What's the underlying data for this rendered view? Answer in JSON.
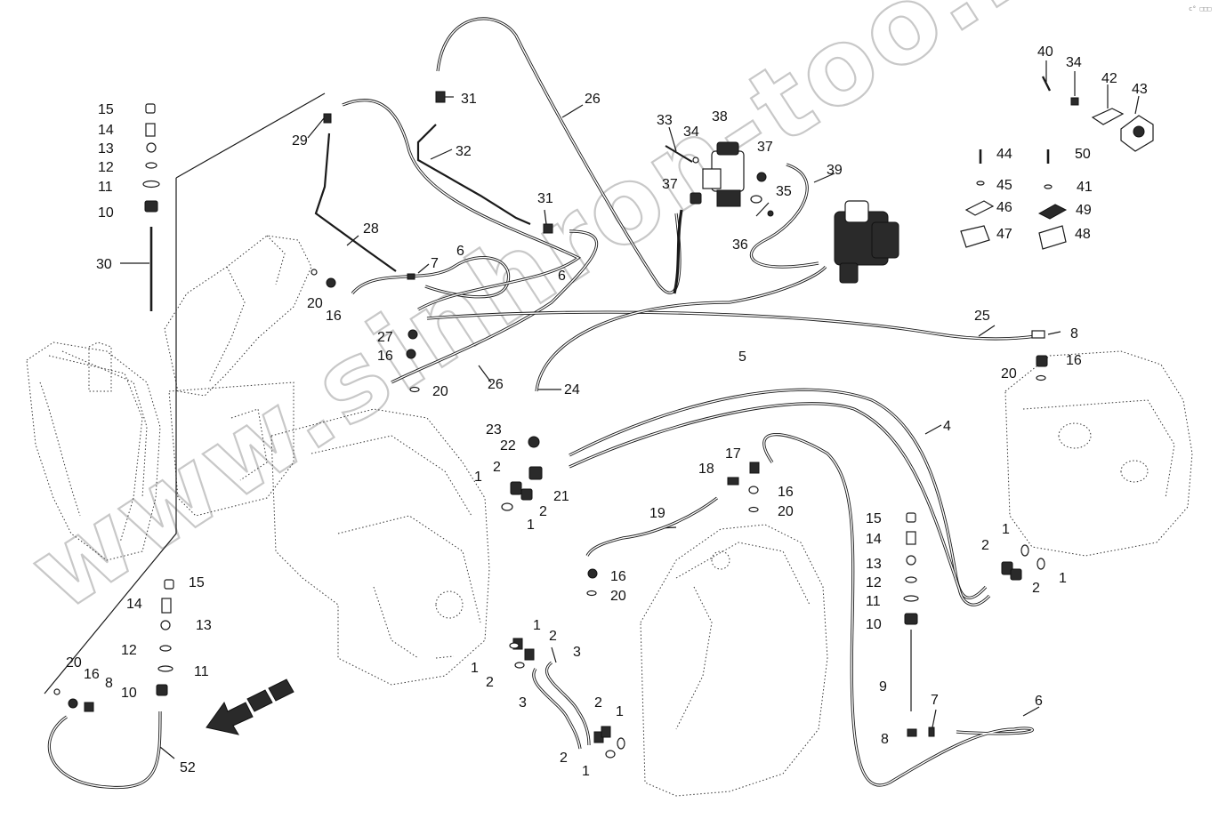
{
  "watermark": "www.sinhron-too.kz",
  "corner_mark": "c° □□□",
  "callouts": [
    {
      "id": "c1",
      "text": "15"
    },
    {
      "id": "c2",
      "text": "14"
    },
    {
      "id": "c3",
      "text": "13"
    },
    {
      "id": "c4",
      "text": "12"
    },
    {
      "id": "c5",
      "text": "11"
    },
    {
      "id": "c6",
      "text": "10"
    },
    {
      "id": "c7",
      "text": "30"
    },
    {
      "id": "c8",
      "text": "29"
    },
    {
      "id": "c9",
      "text": "28"
    },
    {
      "id": "c10",
      "text": "32"
    },
    {
      "id": "c11",
      "text": "31"
    },
    {
      "id": "c12",
      "text": "26"
    },
    {
      "id": "c13",
      "text": "31"
    },
    {
      "id": "c14",
      "text": "7"
    },
    {
      "id": "c15",
      "text": "6"
    },
    {
      "id": "c16",
      "text": "6"
    },
    {
      "id": "c17",
      "text": "20"
    },
    {
      "id": "c18",
      "text": "16"
    },
    {
      "id": "c19",
      "text": "27"
    },
    {
      "id": "c20",
      "text": "16"
    },
    {
      "id": "c21",
      "text": "20"
    },
    {
      "id": "c22",
      "text": "26"
    },
    {
      "id": "c23",
      "text": "24"
    },
    {
      "id": "c24",
      "text": "23"
    },
    {
      "id": "c25",
      "text": "22"
    },
    {
      "id": "c26",
      "text": "1"
    },
    {
      "id": "c27",
      "text": "2"
    },
    {
      "id": "c28",
      "text": "21"
    },
    {
      "id": "c29",
      "text": "2"
    },
    {
      "id": "c30",
      "text": "1"
    },
    {
      "id": "c31",
      "text": "33"
    },
    {
      "id": "c32",
      "text": "34"
    },
    {
      "id": "c33",
      "text": "38"
    },
    {
      "id": "c34",
      "text": "37"
    },
    {
      "id": "c35",
      "text": "37"
    },
    {
      "id": "c36",
      "text": "35"
    },
    {
      "id": "c37",
      "text": "36"
    },
    {
      "id": "c38",
      "text": "39"
    },
    {
      "id": "c39",
      "text": "40"
    },
    {
      "id": "c40",
      "text": "34"
    },
    {
      "id": "c41",
      "text": "42"
    },
    {
      "id": "c42",
      "text": "43"
    },
    {
      "id": "c43",
      "text": "44"
    },
    {
      "id": "c44",
      "text": "50"
    },
    {
      "id": "c45",
      "text": "45"
    },
    {
      "id": "c46",
      "text": "41"
    },
    {
      "id": "c47",
      "text": "46"
    },
    {
      "id": "c48",
      "text": "49"
    },
    {
      "id": "c49",
      "text": "47"
    },
    {
      "id": "c50",
      "text": "48"
    },
    {
      "id": "c51",
      "text": "25"
    },
    {
      "id": "c52",
      "text": "8"
    },
    {
      "id": "c53",
      "text": "16"
    },
    {
      "id": "c54",
      "text": "20"
    },
    {
      "id": "c55",
      "text": "5"
    },
    {
      "id": "c56",
      "text": "4"
    },
    {
      "id": "c57",
      "text": "17"
    },
    {
      "id": "c58",
      "text": "18"
    },
    {
      "id": "c59",
      "text": "16"
    },
    {
      "id": "c60",
      "text": "20"
    },
    {
      "id": "c61",
      "text": "19"
    },
    {
      "id": "c62",
      "text": "16"
    },
    {
      "id": "c63",
      "text": "20"
    },
    {
      "id": "c64",
      "text": "15"
    },
    {
      "id": "c65",
      "text": "14"
    },
    {
      "id": "c66",
      "text": "13"
    },
    {
      "id": "c67",
      "text": "12"
    },
    {
      "id": "c68",
      "text": "11"
    },
    {
      "id": "c69",
      "text": "10"
    },
    {
      "id": "c70",
      "text": "9"
    },
    {
      "id": "c71",
      "text": "8"
    },
    {
      "id": "c72",
      "text": "7"
    },
    {
      "id": "c73",
      "text": "6"
    },
    {
      "id": "c74",
      "text": "2"
    },
    {
      "id": "c75",
      "text": "1"
    },
    {
      "id": "c76",
      "text": "2"
    },
    {
      "id": "c77",
      "text": "1"
    },
    {
      "id": "c78",
      "text": "15"
    },
    {
      "id": "c79",
      "text": "14"
    },
    {
      "id": "c80",
      "text": "13"
    },
    {
      "id": "c81",
      "text": "12"
    },
    {
      "id": "c82",
      "text": "11"
    },
    {
      "id": "c83",
      "text": "10"
    },
    {
      "id": "c84",
      "text": "20"
    },
    {
      "id": "c85",
      "text": "16"
    },
    {
      "id": "c86",
      "text": "8"
    },
    {
      "id": "c87",
      "text": "52"
    },
    {
      "id": "c88",
      "text": "1"
    },
    {
      "id": "c89",
      "text": "2"
    },
    {
      "id": "c90",
      "text": "1"
    },
    {
      "id": "c91",
      "text": "2"
    },
    {
      "id": "c92",
      "text": "3"
    },
    {
      "id": "c93",
      "text": "3"
    },
    {
      "id": "c94",
      "text": "2"
    },
    {
      "id": "c95",
      "text": "1"
    },
    {
      "id": "c96",
      "text": "2"
    },
    {
      "id": "c97",
      "text": "1"
    }
  ]
}
